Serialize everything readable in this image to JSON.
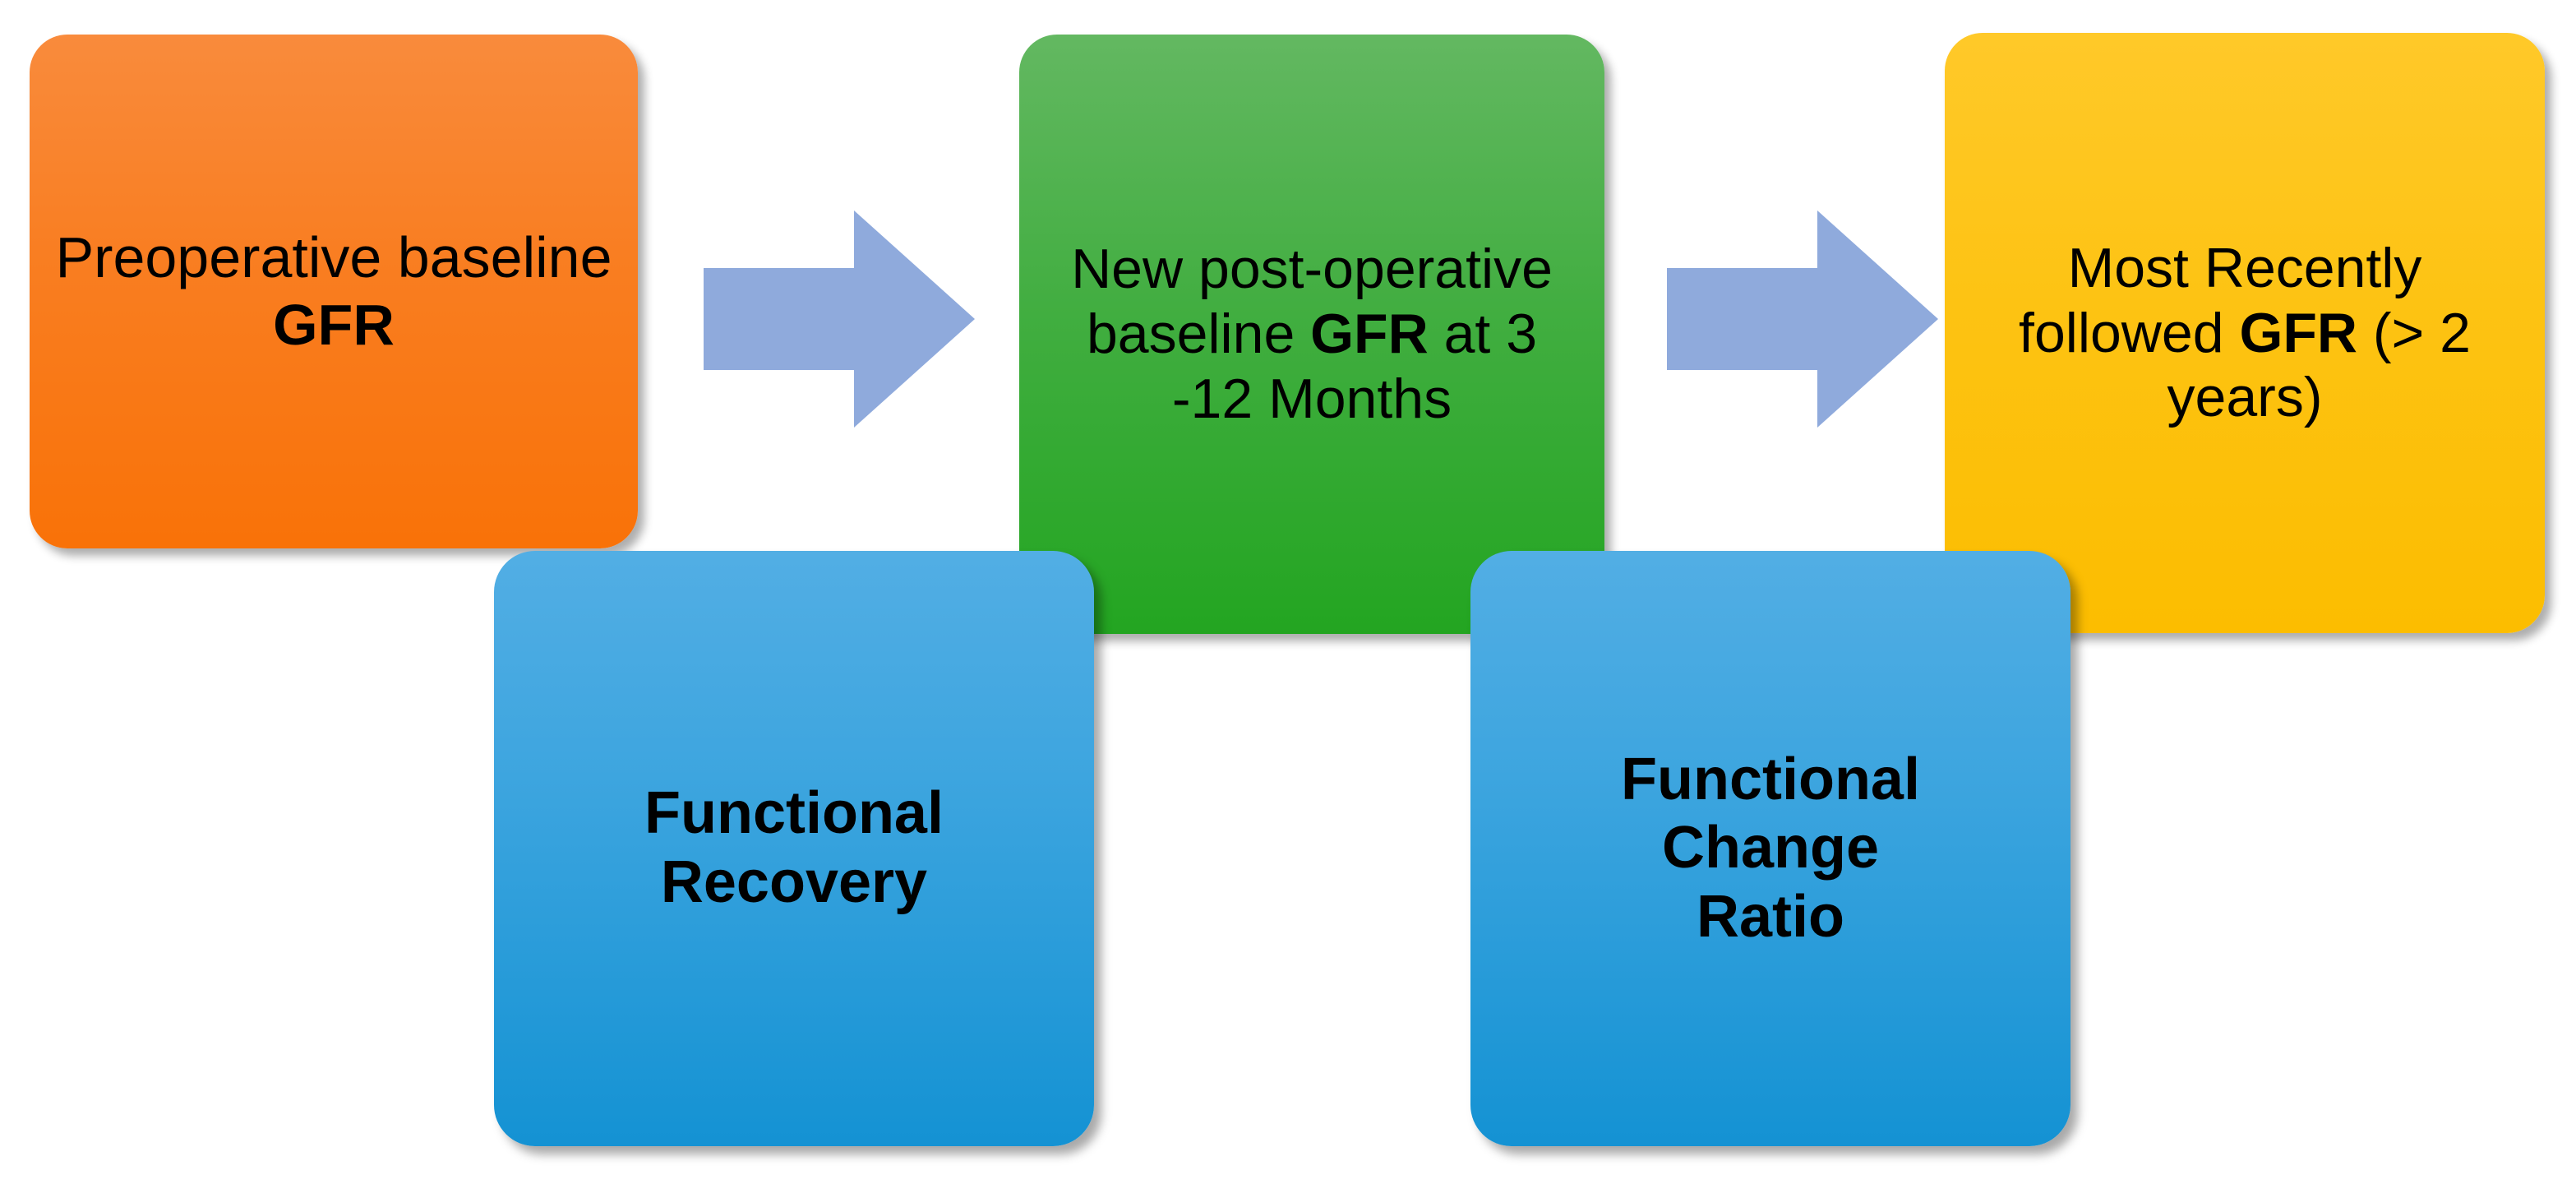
{
  "diagram": {
    "type": "flow-diagram",
    "title": "GFR functional assessment flow",
    "background_color": "#FFFFFF",
    "nodes": [
      {
        "id": "preop",
        "shape": "rounded-rectangle",
        "color": "#F97E22",
        "text_prefix": "Preoperative baseline ",
        "text_bold": "GFR",
        "text_suffix": "",
        "full_text": "Preoperative baseline GFR"
      },
      {
        "id": "new-postop",
        "shape": "rounded-rectangle",
        "color": "#42AE41",
        "text_prefix": "New post-operative baseline ",
        "text_bold": "GFR",
        "text_suffix": " at 3 -12 Months",
        "full_text": "New post-operative baseline GFR at 3 -12 Months"
      },
      {
        "id": "most-recent",
        "shape": "rounded-rectangle",
        "color": "#FDC313",
        "text_prefix": "Most Recently followed ",
        "text_bold": "GFR",
        "text_suffix": " (> 2 years)",
        "full_text": "Most Recently followed GFR (> 2 years)"
      },
      {
        "id": "functional-recovery",
        "shape": "rounded-rectangle",
        "color": "#3DA5DF",
        "full_text": "Functional Recovery",
        "line1": "Functional",
        "line2": "Recovery"
      },
      {
        "id": "functional-change-ratio",
        "shape": "rounded-rectangle",
        "color": "#3DA5DF",
        "full_text": "Functional Change Ratio",
        "line1": "Functional",
        "line2": "Change",
        "line3": "Ratio"
      }
    ],
    "connectors": [
      {
        "id": "arrow-1",
        "from": "preop",
        "to": "new-postop",
        "shape": "block-arrow-right",
        "color": "#8FAADC",
        "label": ""
      },
      {
        "id": "arrow-2",
        "from": "new-postop",
        "to": "most-recent",
        "shape": "block-arrow-right",
        "color": "#8FAADC",
        "label": ""
      }
    ],
    "colors": {
      "orange": "#F97E22",
      "green": "#42AE41",
      "yellow": "#FDC313",
      "blue": "#3DA5DF",
      "arrow_blue": "#8FAADC",
      "text": "#000000"
    }
  }
}
